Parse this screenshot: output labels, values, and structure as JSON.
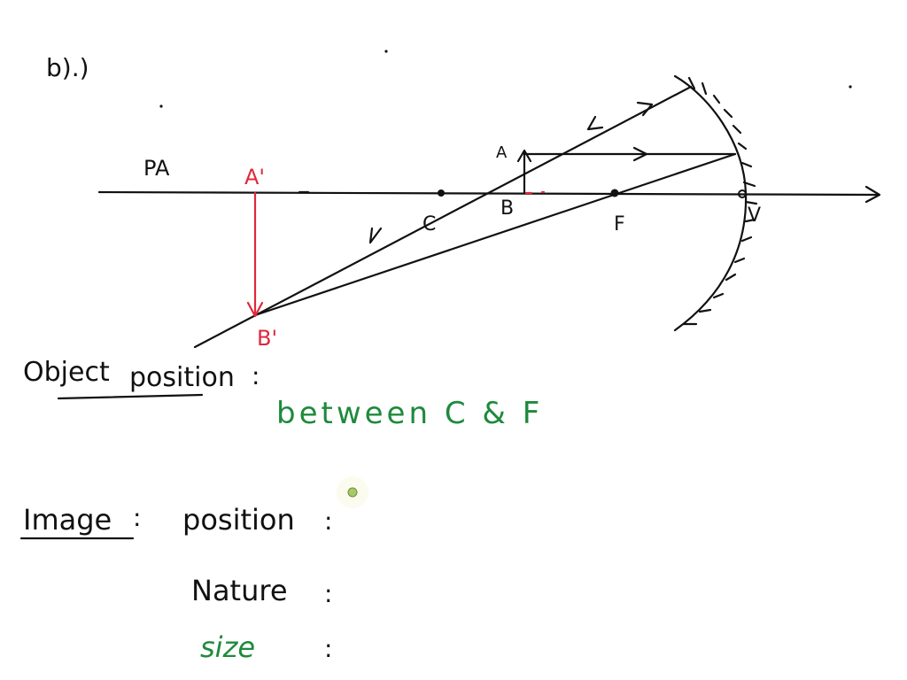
{
  "part_label": "b).)",
  "diagram": {
    "axis_label": "PA",
    "points": {
      "c": "C",
      "b": "B",
      "a": "A",
      "f": "F",
      "v": "V",
      "a_prime": "A'",
      "b_prime": "B'"
    }
  },
  "questions": {
    "object": {
      "heading": "Object",
      "label": "position",
      "colon": ":",
      "answer": "between C & F"
    },
    "image": {
      "heading": "Image",
      "heading_colon": ":",
      "position_label": "position",
      "nature_label": "Nature",
      "size_label": "size",
      "colon": ":"
    }
  },
  "colors": {
    "ink": "#111111",
    "red": "#e0283c",
    "green": "#1e8a3c",
    "cursor": "#a8c96a"
  }
}
